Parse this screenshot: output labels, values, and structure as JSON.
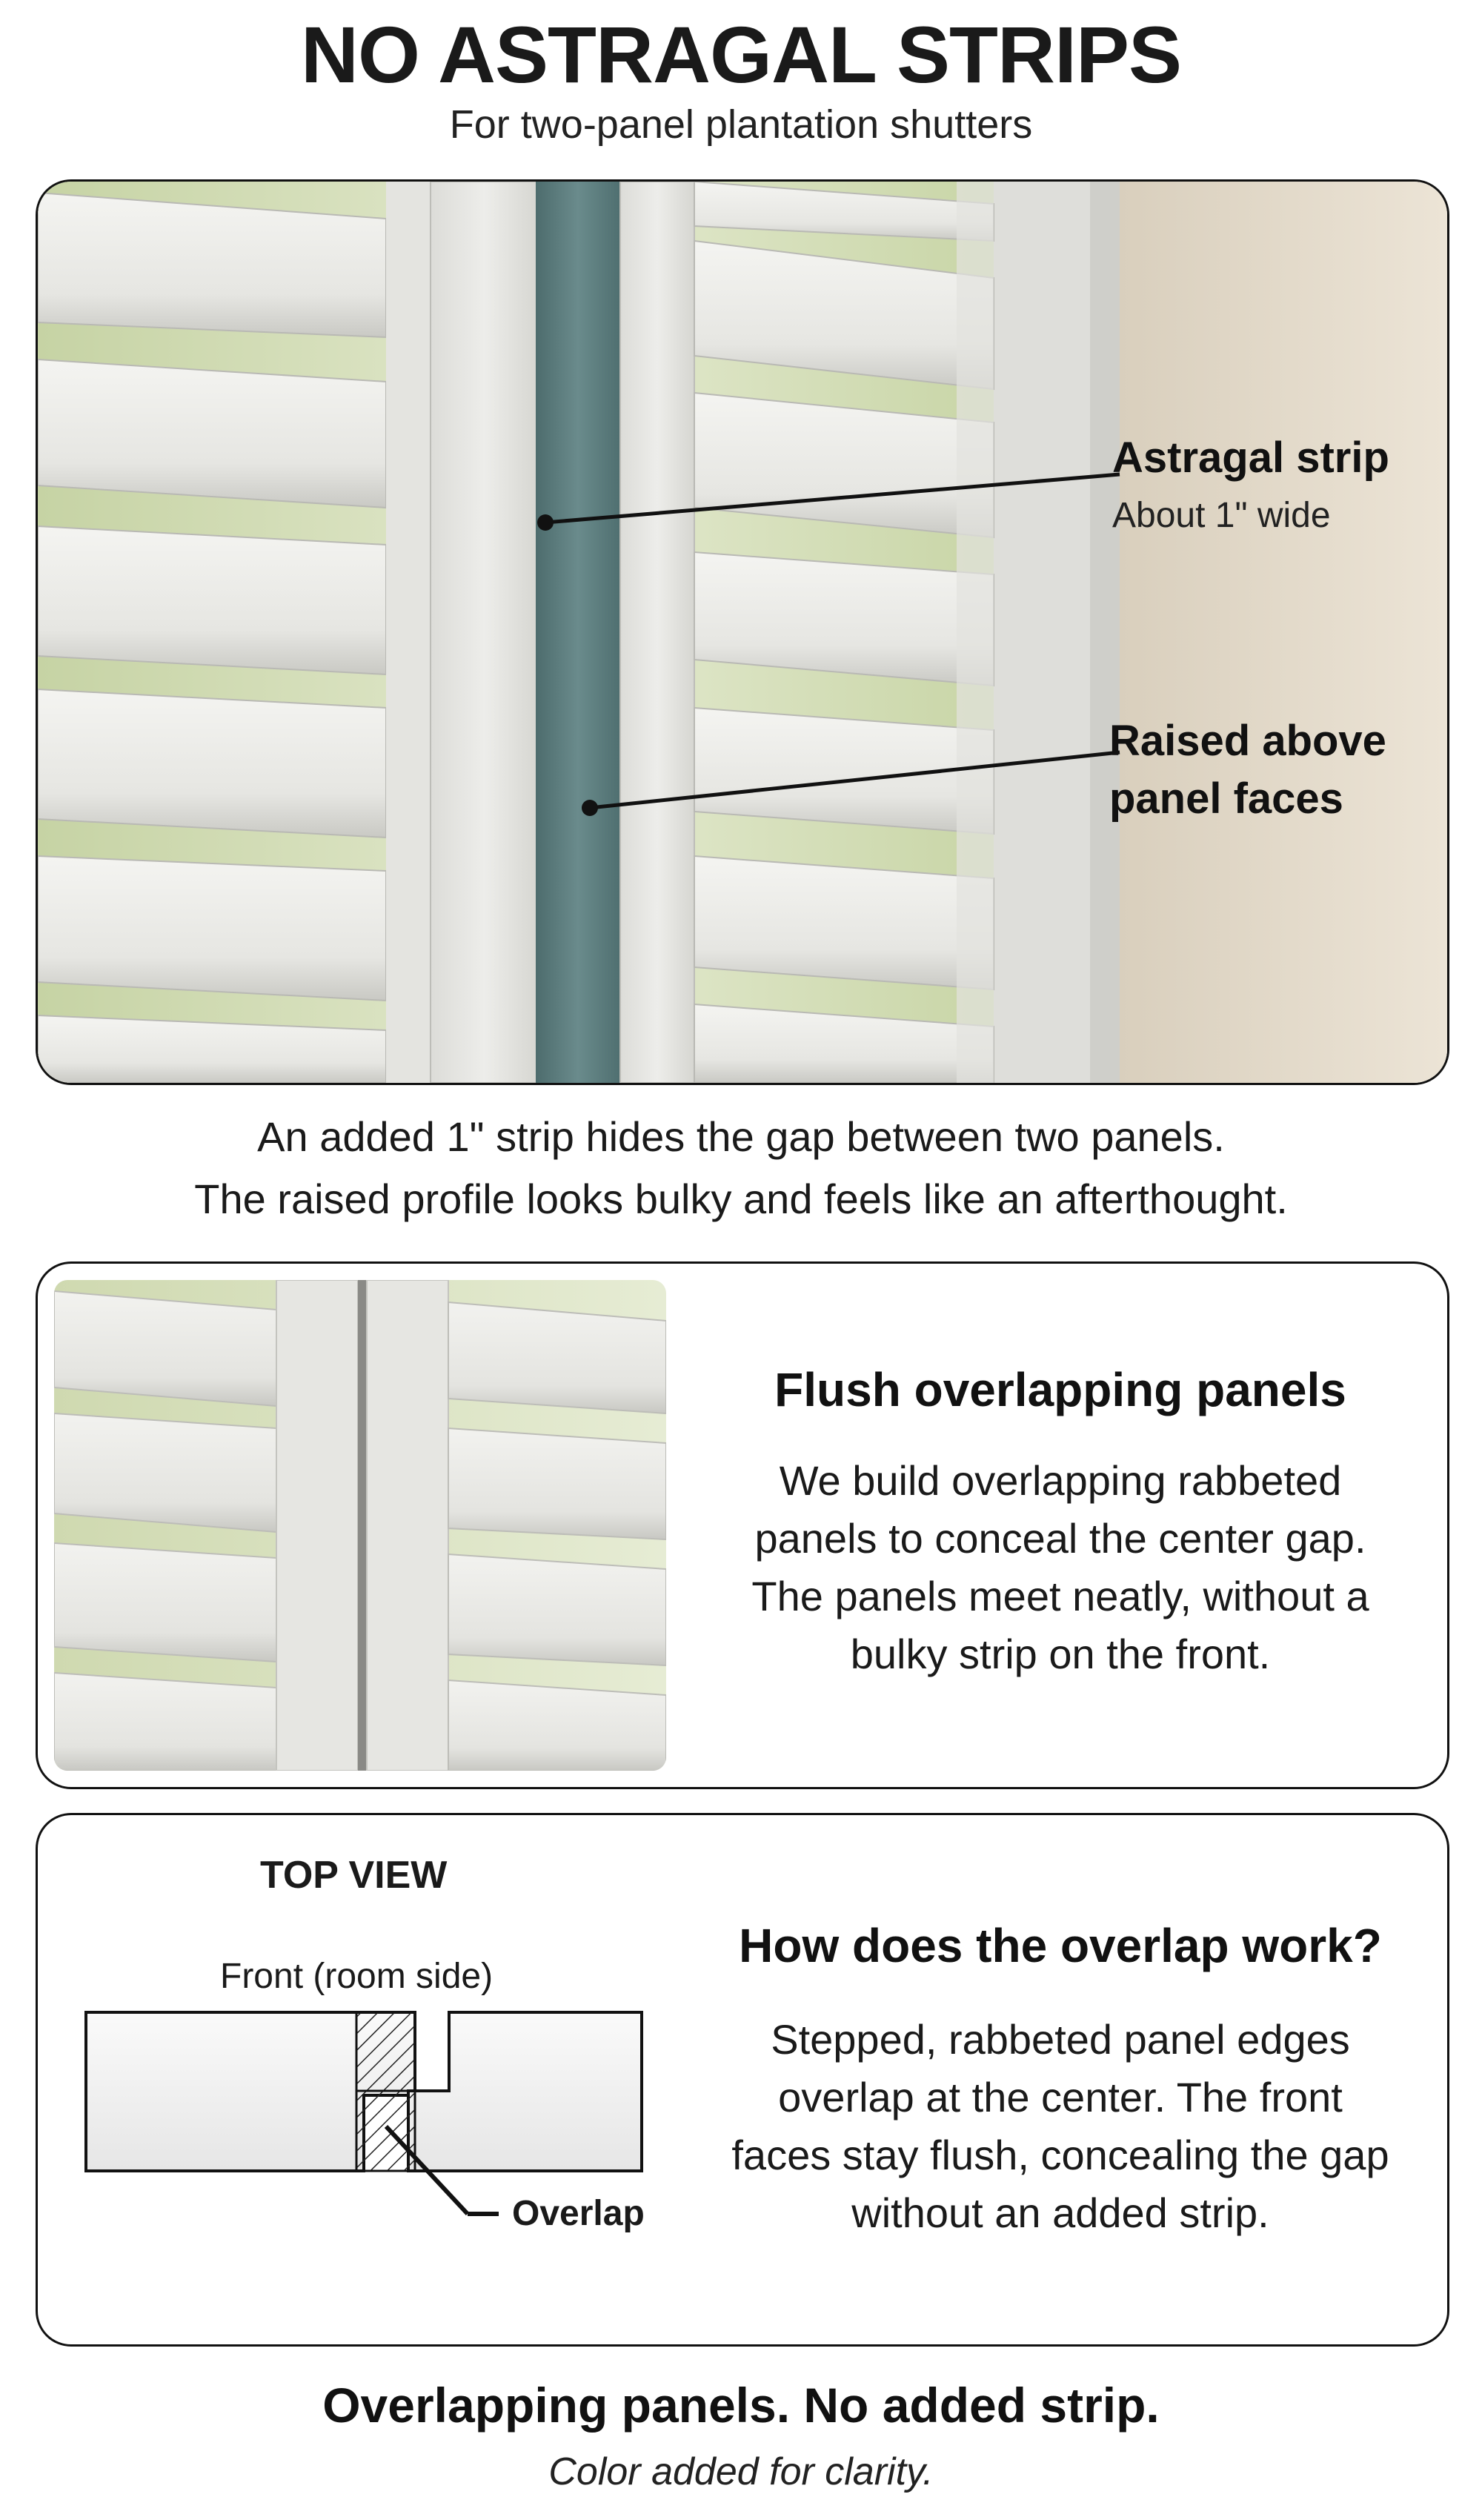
{
  "header": {
    "title": "NO ASTRAGAL STRIPS",
    "subtitle": "For two-panel plantation shutters"
  },
  "hero": {
    "callout_strip_title": "Astragal strip",
    "callout_strip_sub": "About 1\" wide",
    "callout_raised_line1": "Raised above",
    "callout_raised_line2": "panel faces",
    "caption_line1": "An added 1\" strip hides the gap between two panels.",
    "caption_line2": "The raised profile looks bulky and feels like an afterthought."
  },
  "flush": {
    "heading": "Flush overlapping panels",
    "body_lines": [
      "We build overlapping rabbeted",
      "panels to conceal the center gap.",
      "The panels meet neatly, without a",
      "bulky strip on the front."
    ]
  },
  "overlap": {
    "diagram_title": "TOP VIEW",
    "front_label": "Front (room side)",
    "overlap_label": "Overlap",
    "heading": "How does the overlap work?",
    "body_lines": [
      "Stepped, rabbeted panel edges",
      "overlap at the center. The front",
      "faces stay flush, concealing the gap",
      "without an added strip."
    ]
  },
  "footer": {
    "closing": "Overlapping panels. No added strip.",
    "note": "Color added for clarity."
  },
  "colors": {
    "astragal_strip": "#5e7f80",
    "shutter_white": "#e8e8e4",
    "wall_beige": "#e6dccb",
    "hatch": "#222222"
  }
}
